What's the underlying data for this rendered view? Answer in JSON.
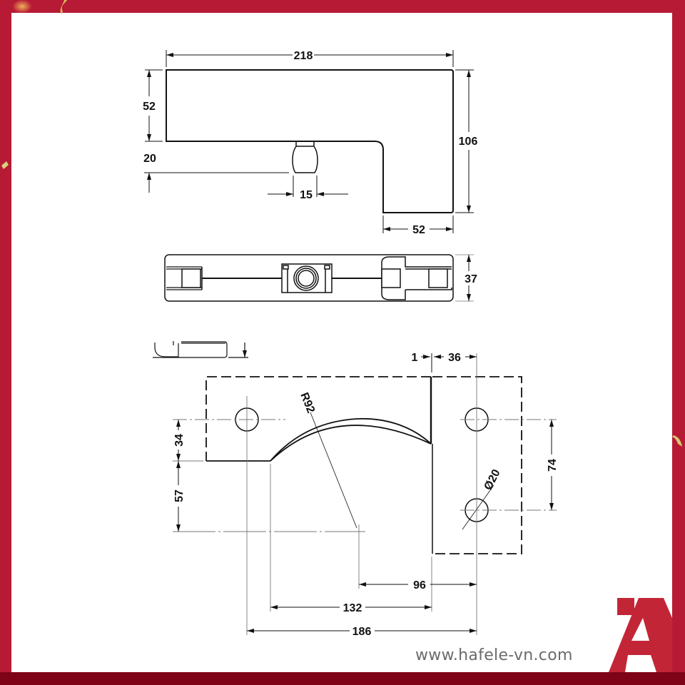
{
  "page": {
    "frame_color": "#b71a35",
    "frame_bottom_color": "#7e0316",
    "paper_color": "#ffffff",
    "brand_color": "#c22636"
  },
  "views": {
    "top_view": {
      "width_label": "218",
      "upper_height_label": "52",
      "lower_offset_label": "20",
      "total_height_label": "106",
      "knob_width_label": "15",
      "leg_width_label": "52"
    },
    "front_view": {
      "thickness_label": "37"
    },
    "mounting_template": {
      "gap_label": "1",
      "hole_offset_label": "36",
      "radius_label": "R92",
      "diameter_label": "Ø20",
      "hole_spacing_label": "74",
      "upper_offset_label": "34",
      "lower_offset_label": "57",
      "center_to_hole_label": "96",
      "cutout_width_label": "132",
      "hole_to_hole_label": "186"
    }
  },
  "footer": {
    "website": "www.hafele-vn.com",
    "logo_icon": "hafele-a-logo"
  }
}
